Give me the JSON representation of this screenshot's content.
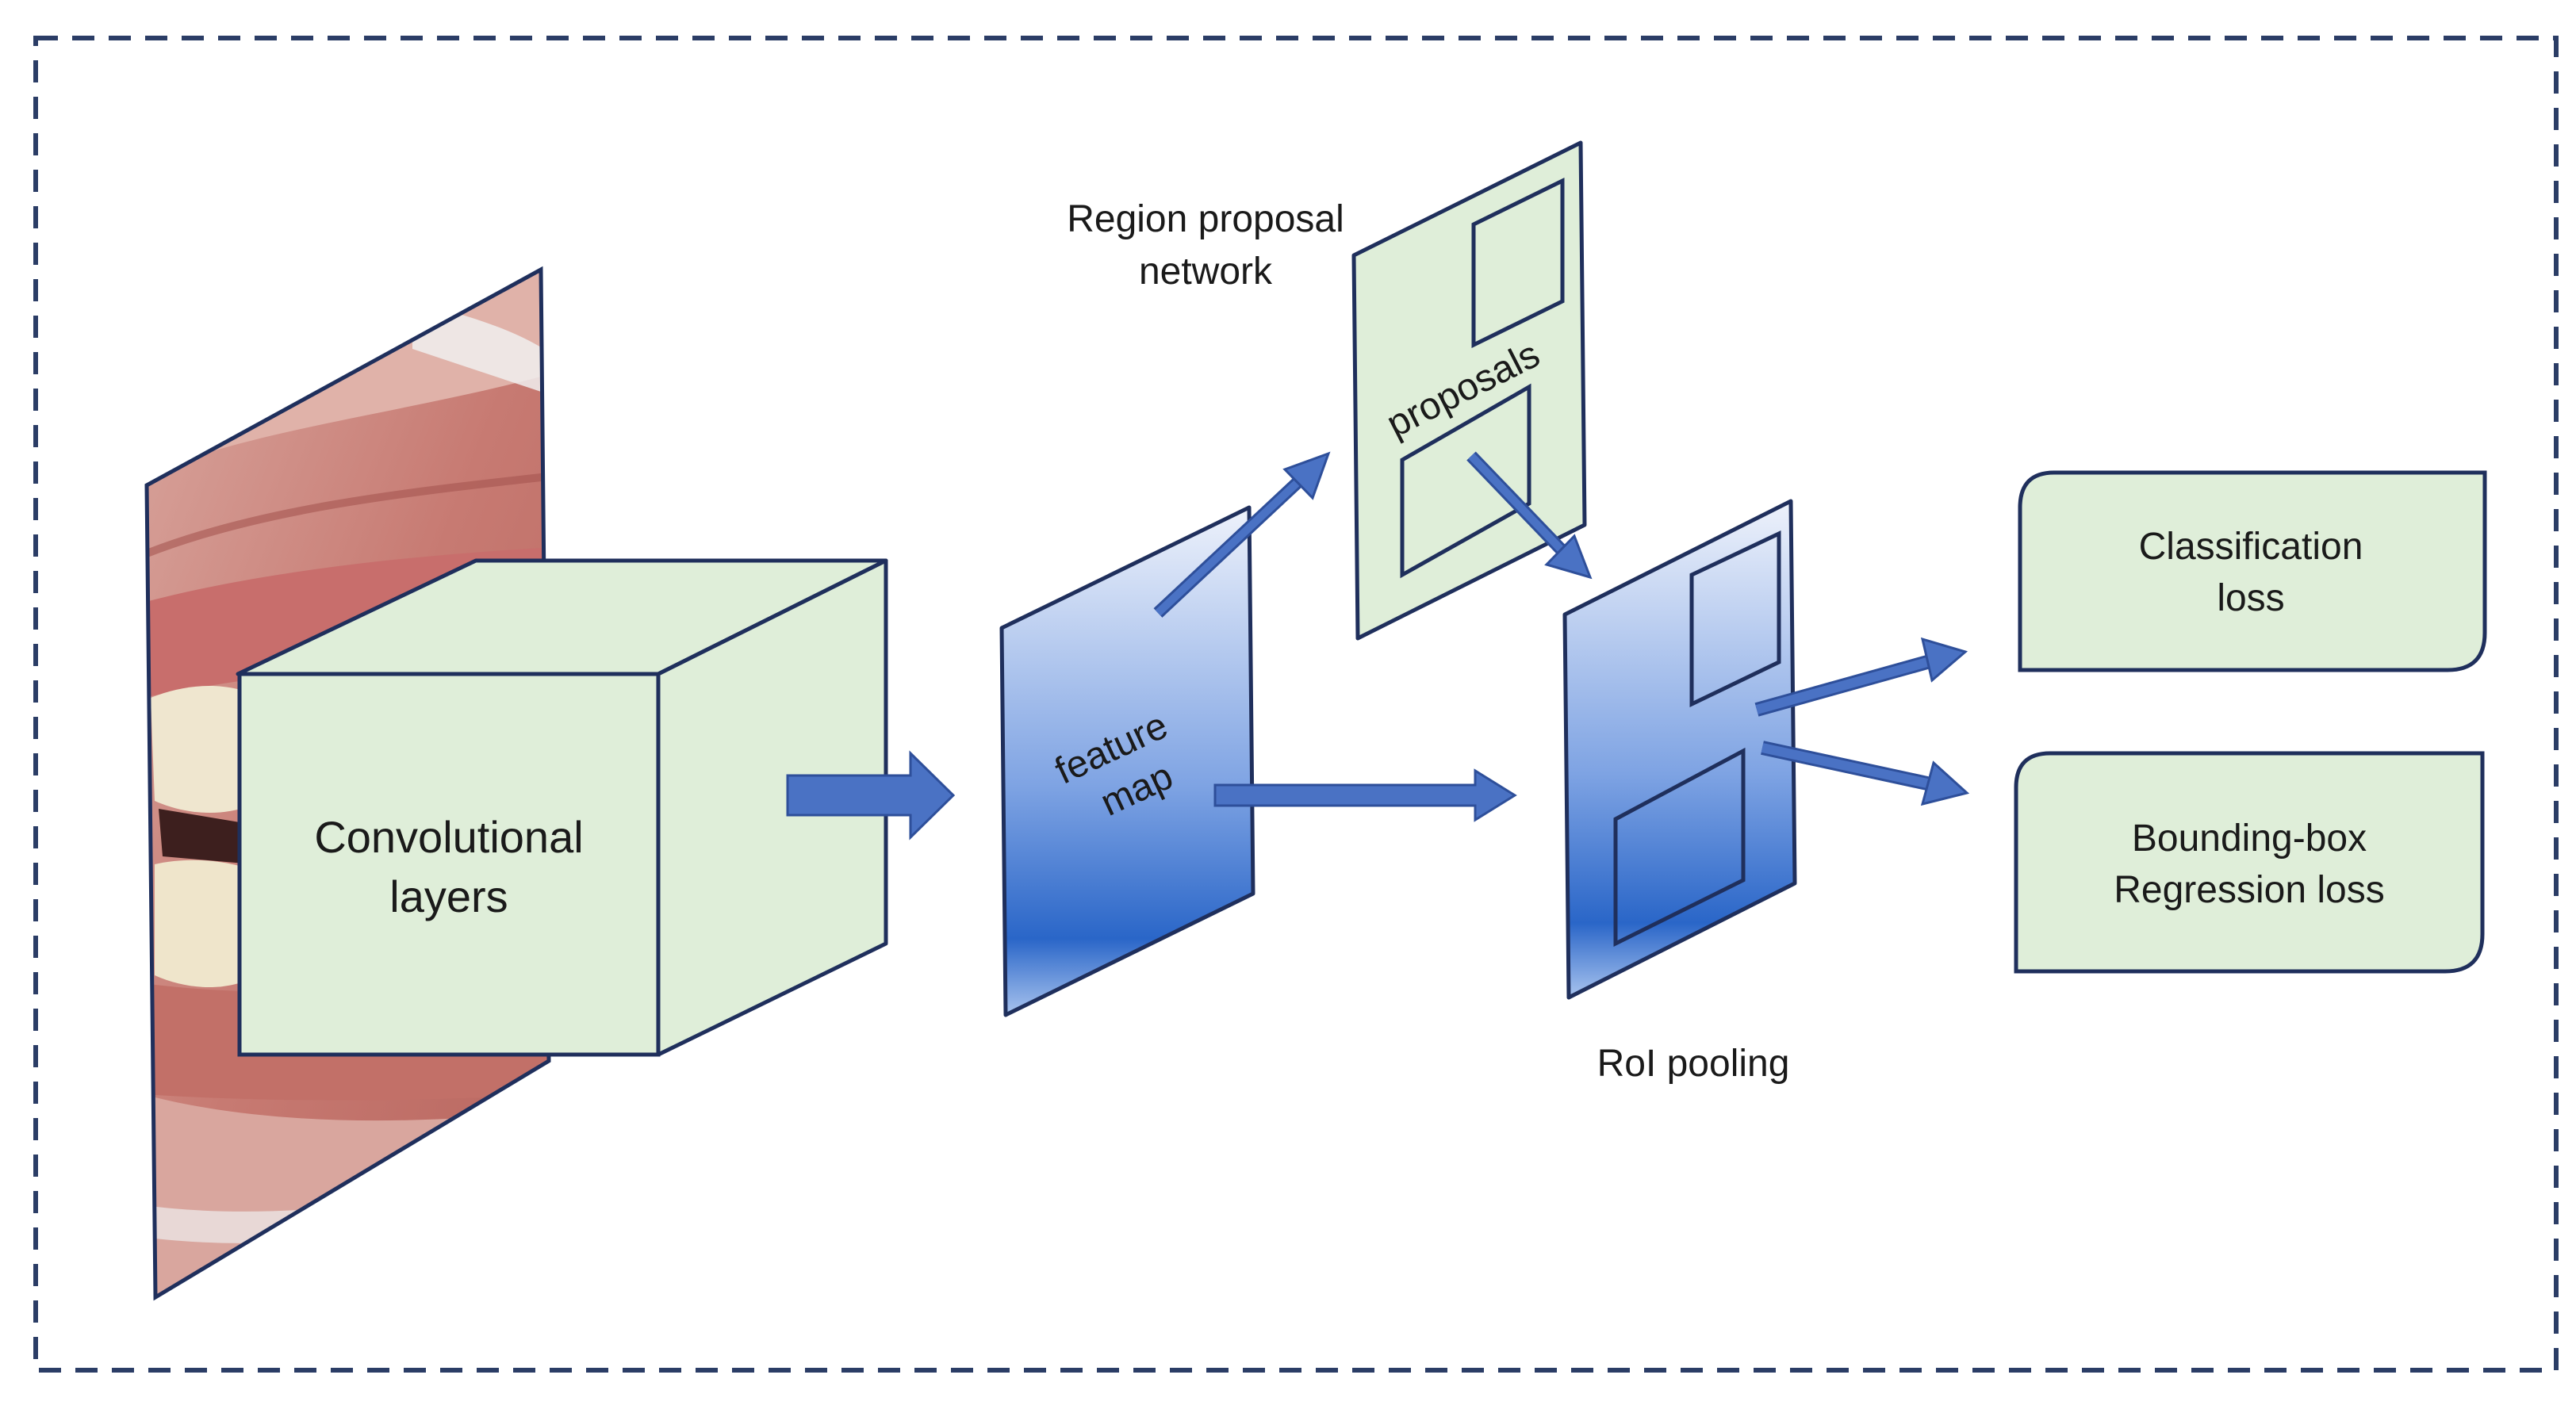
{
  "labels": {
    "conv_line1": "Convolutional",
    "conv_line2": "layers",
    "feature_line1": "feature",
    "feature_line2": "map",
    "rpn_line1": "Region proposal",
    "rpn_line2": "network",
    "proposals": "proposals",
    "roi": "RoI pooling",
    "cls_line1": "Classification",
    "cls_line2": "loss",
    "bbox_line1": "Bounding-box",
    "bbox_line2": "Regression loss"
  },
  "colors": {
    "outline": "#1f2f5c",
    "box_fill": "#dfeed9",
    "arrow_fill": "#4a72c4",
    "gradient_top": "#e6ecf8",
    "gradient_bottom": "#1f5fc4",
    "frame_dash": "#2b3d66"
  },
  "image": {
    "subject": "intraoral photograph of teeth and gums"
  }
}
